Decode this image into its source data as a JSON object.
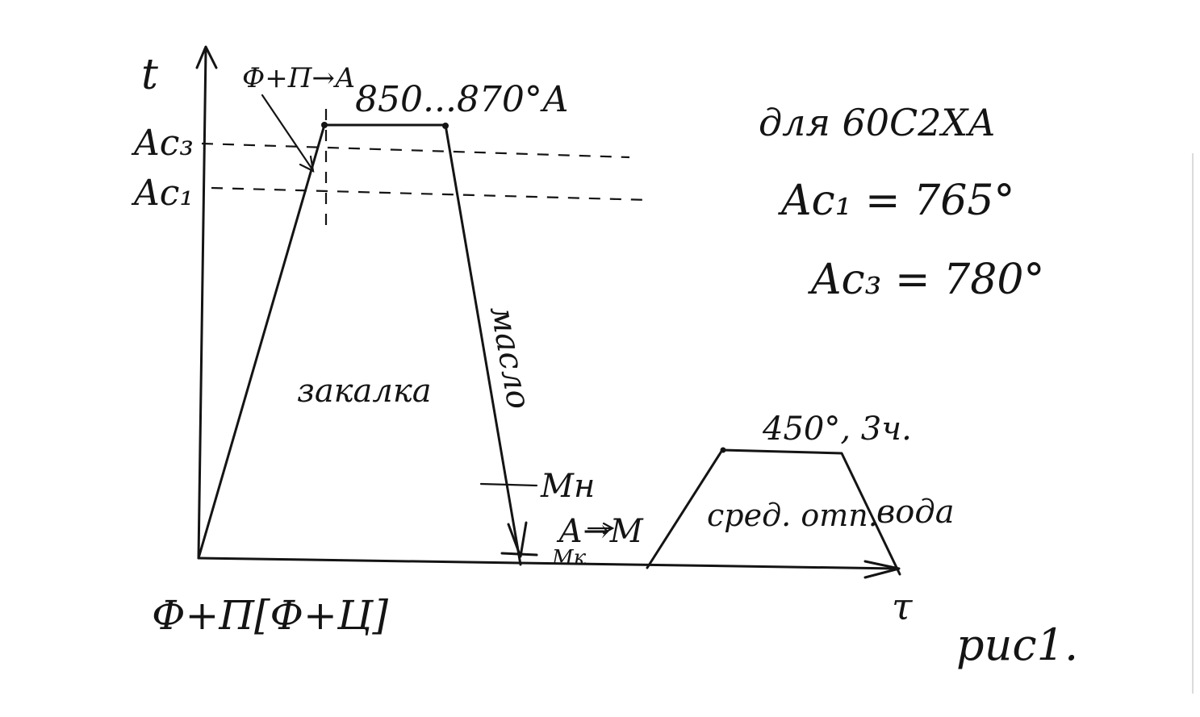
{
  "axes": {
    "y_label": "t",
    "x_label": "τ",
    "origin_label": "Ф+П[Ф+Ц]"
  },
  "levels": {
    "ac3": "Ac₃",
    "ac1": "Ac₁"
  },
  "annotations": {
    "transform_top": "Ф+П→А",
    "hold_temp": "850...870°А",
    "stage_quench": "закалка",
    "quench_medium": "масло",
    "ms": "Мн",
    "austenite_to_martensite": "А→М",
    "mf": "Мк",
    "temper_temp": "450°, 3ч.",
    "stage_temper": "сред. отп.",
    "temper_cooling": "вода",
    "figure_caption": "рис1."
  },
  "steel_info": {
    "grade": "для 60С2ХА",
    "ac1_value": "Ac₁ = 765°",
    "ac3_value": "Ac₃ = 780°"
  }
}
